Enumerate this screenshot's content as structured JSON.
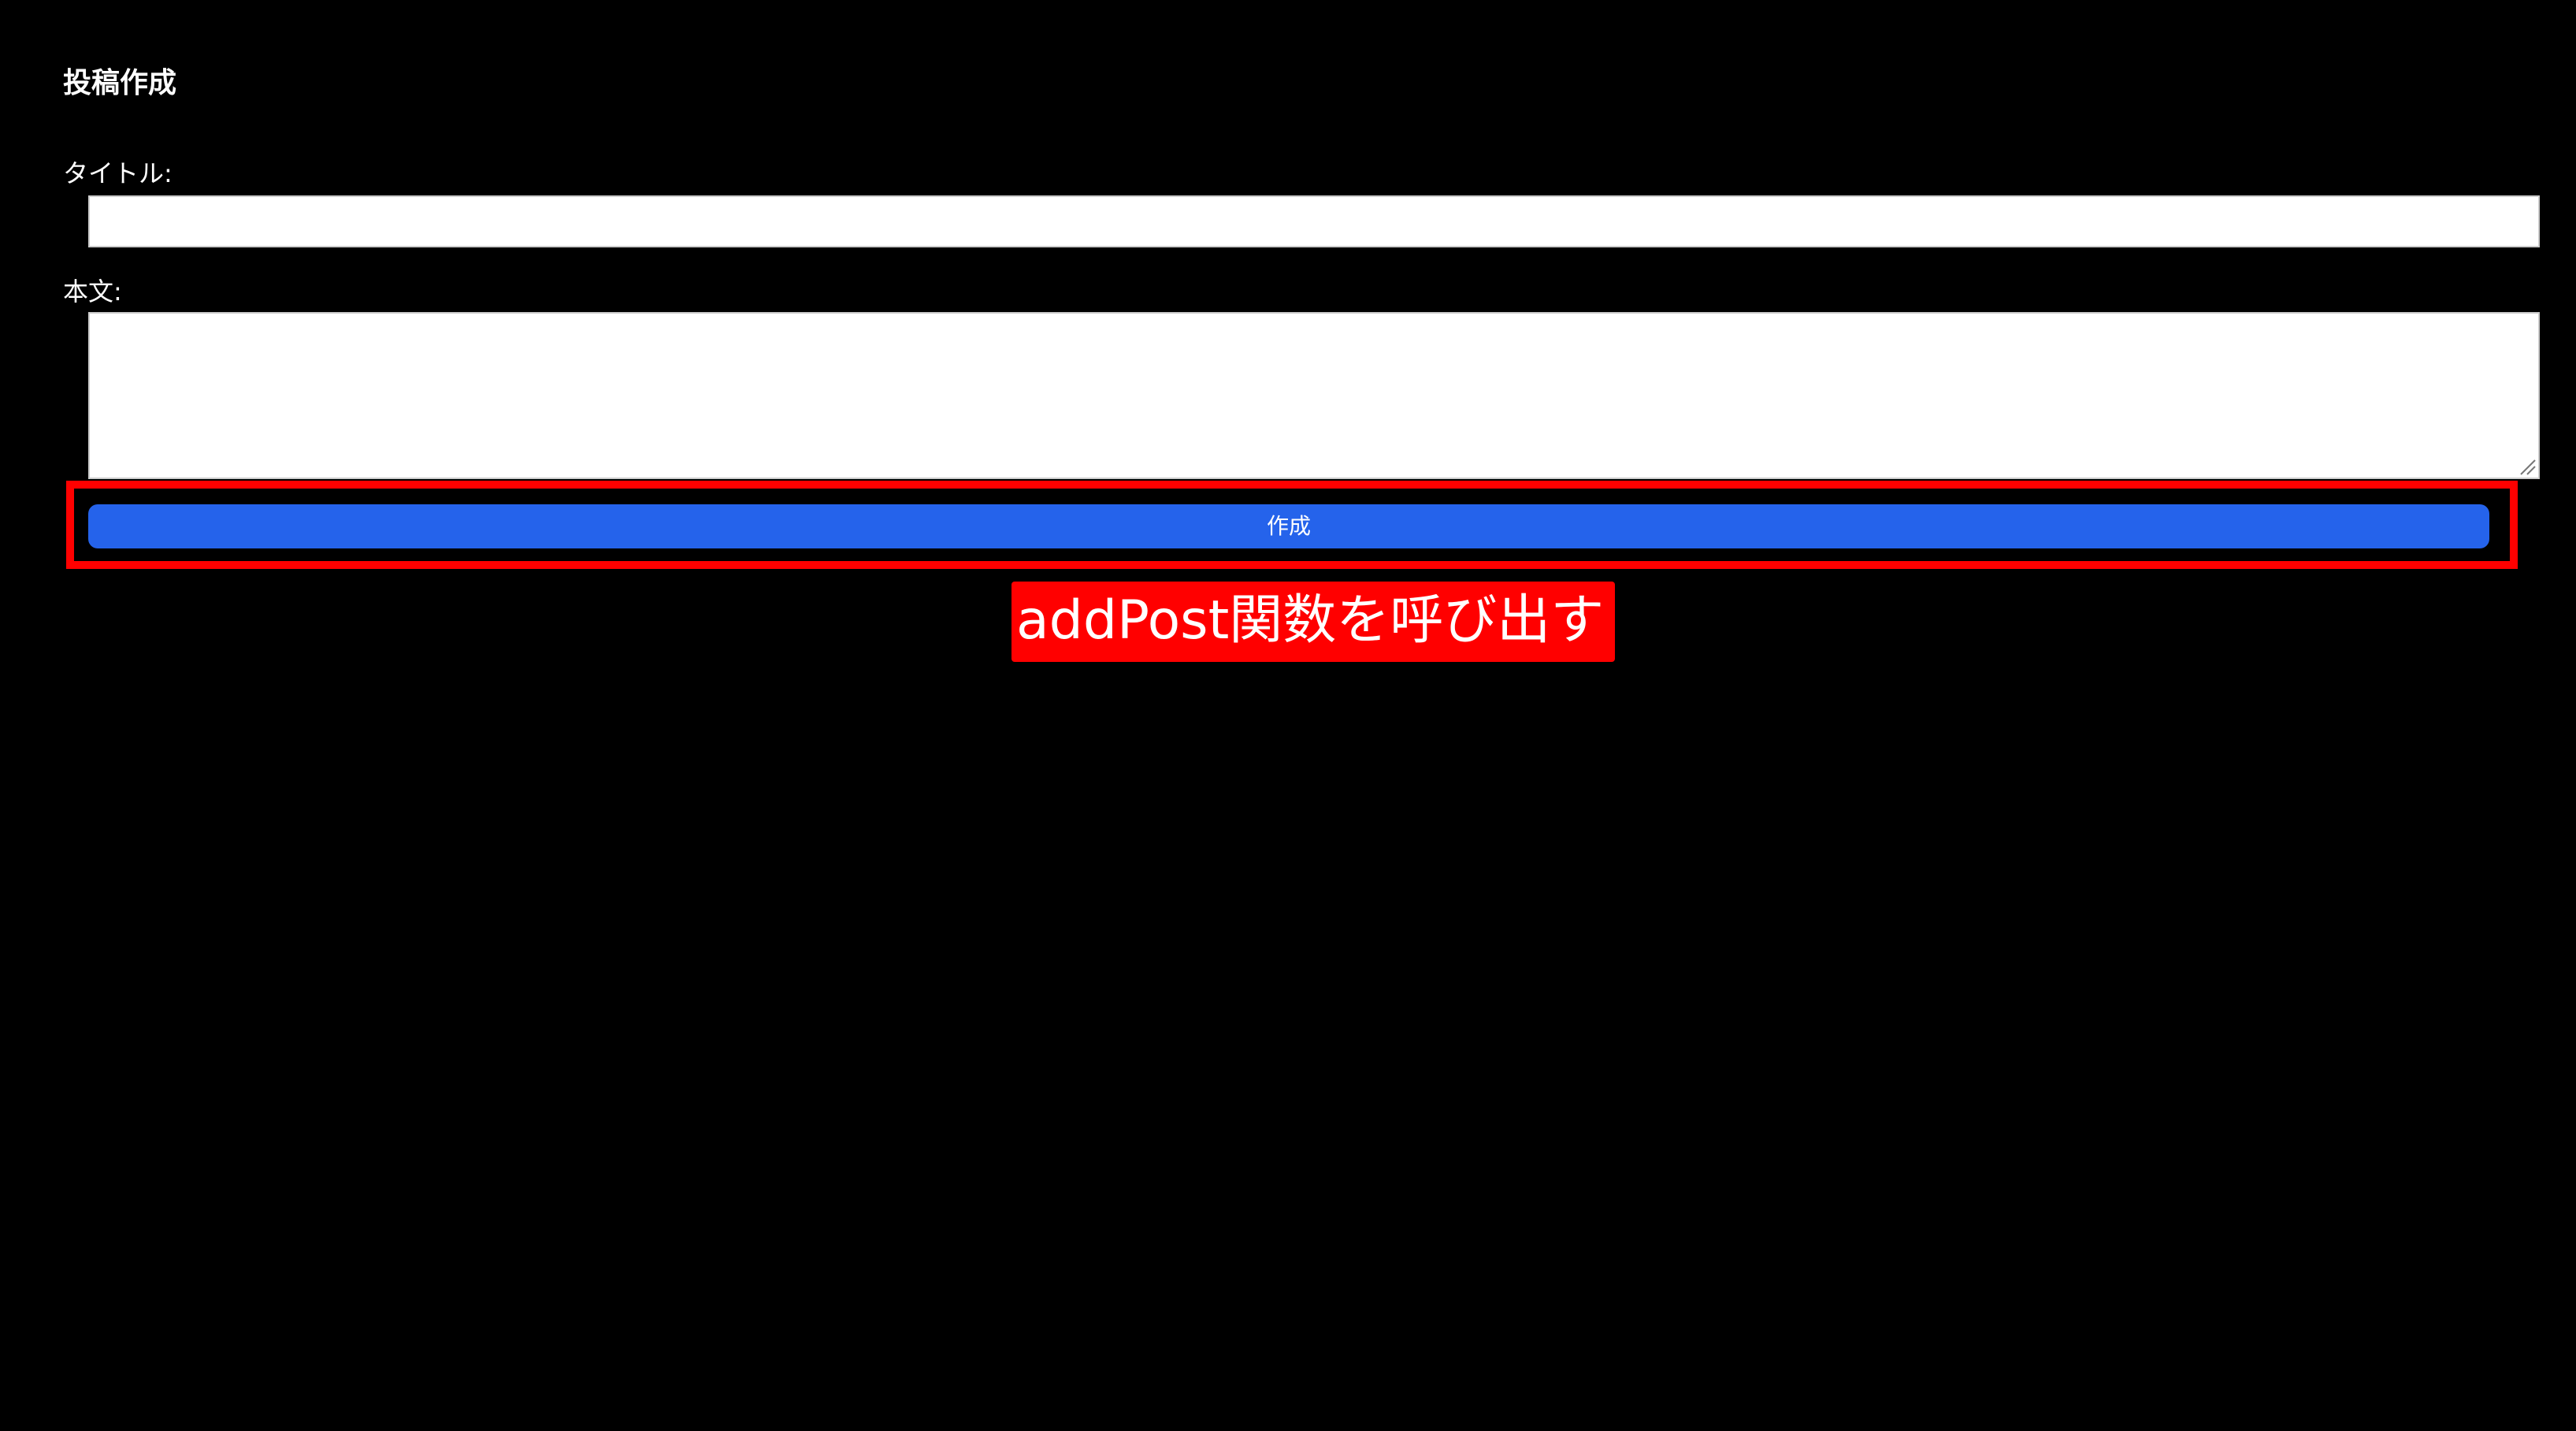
{
  "form": {
    "heading": "投稿作成",
    "title_label": "タイトル:",
    "title_value": "",
    "body_label": "本文:",
    "body_value": "",
    "submit_label": "作成"
  },
  "annotation": {
    "text": "addPost関数を呼び出す"
  },
  "colors": {
    "background": "#000000",
    "button": "#2563eb",
    "highlight": "#ff0000"
  }
}
